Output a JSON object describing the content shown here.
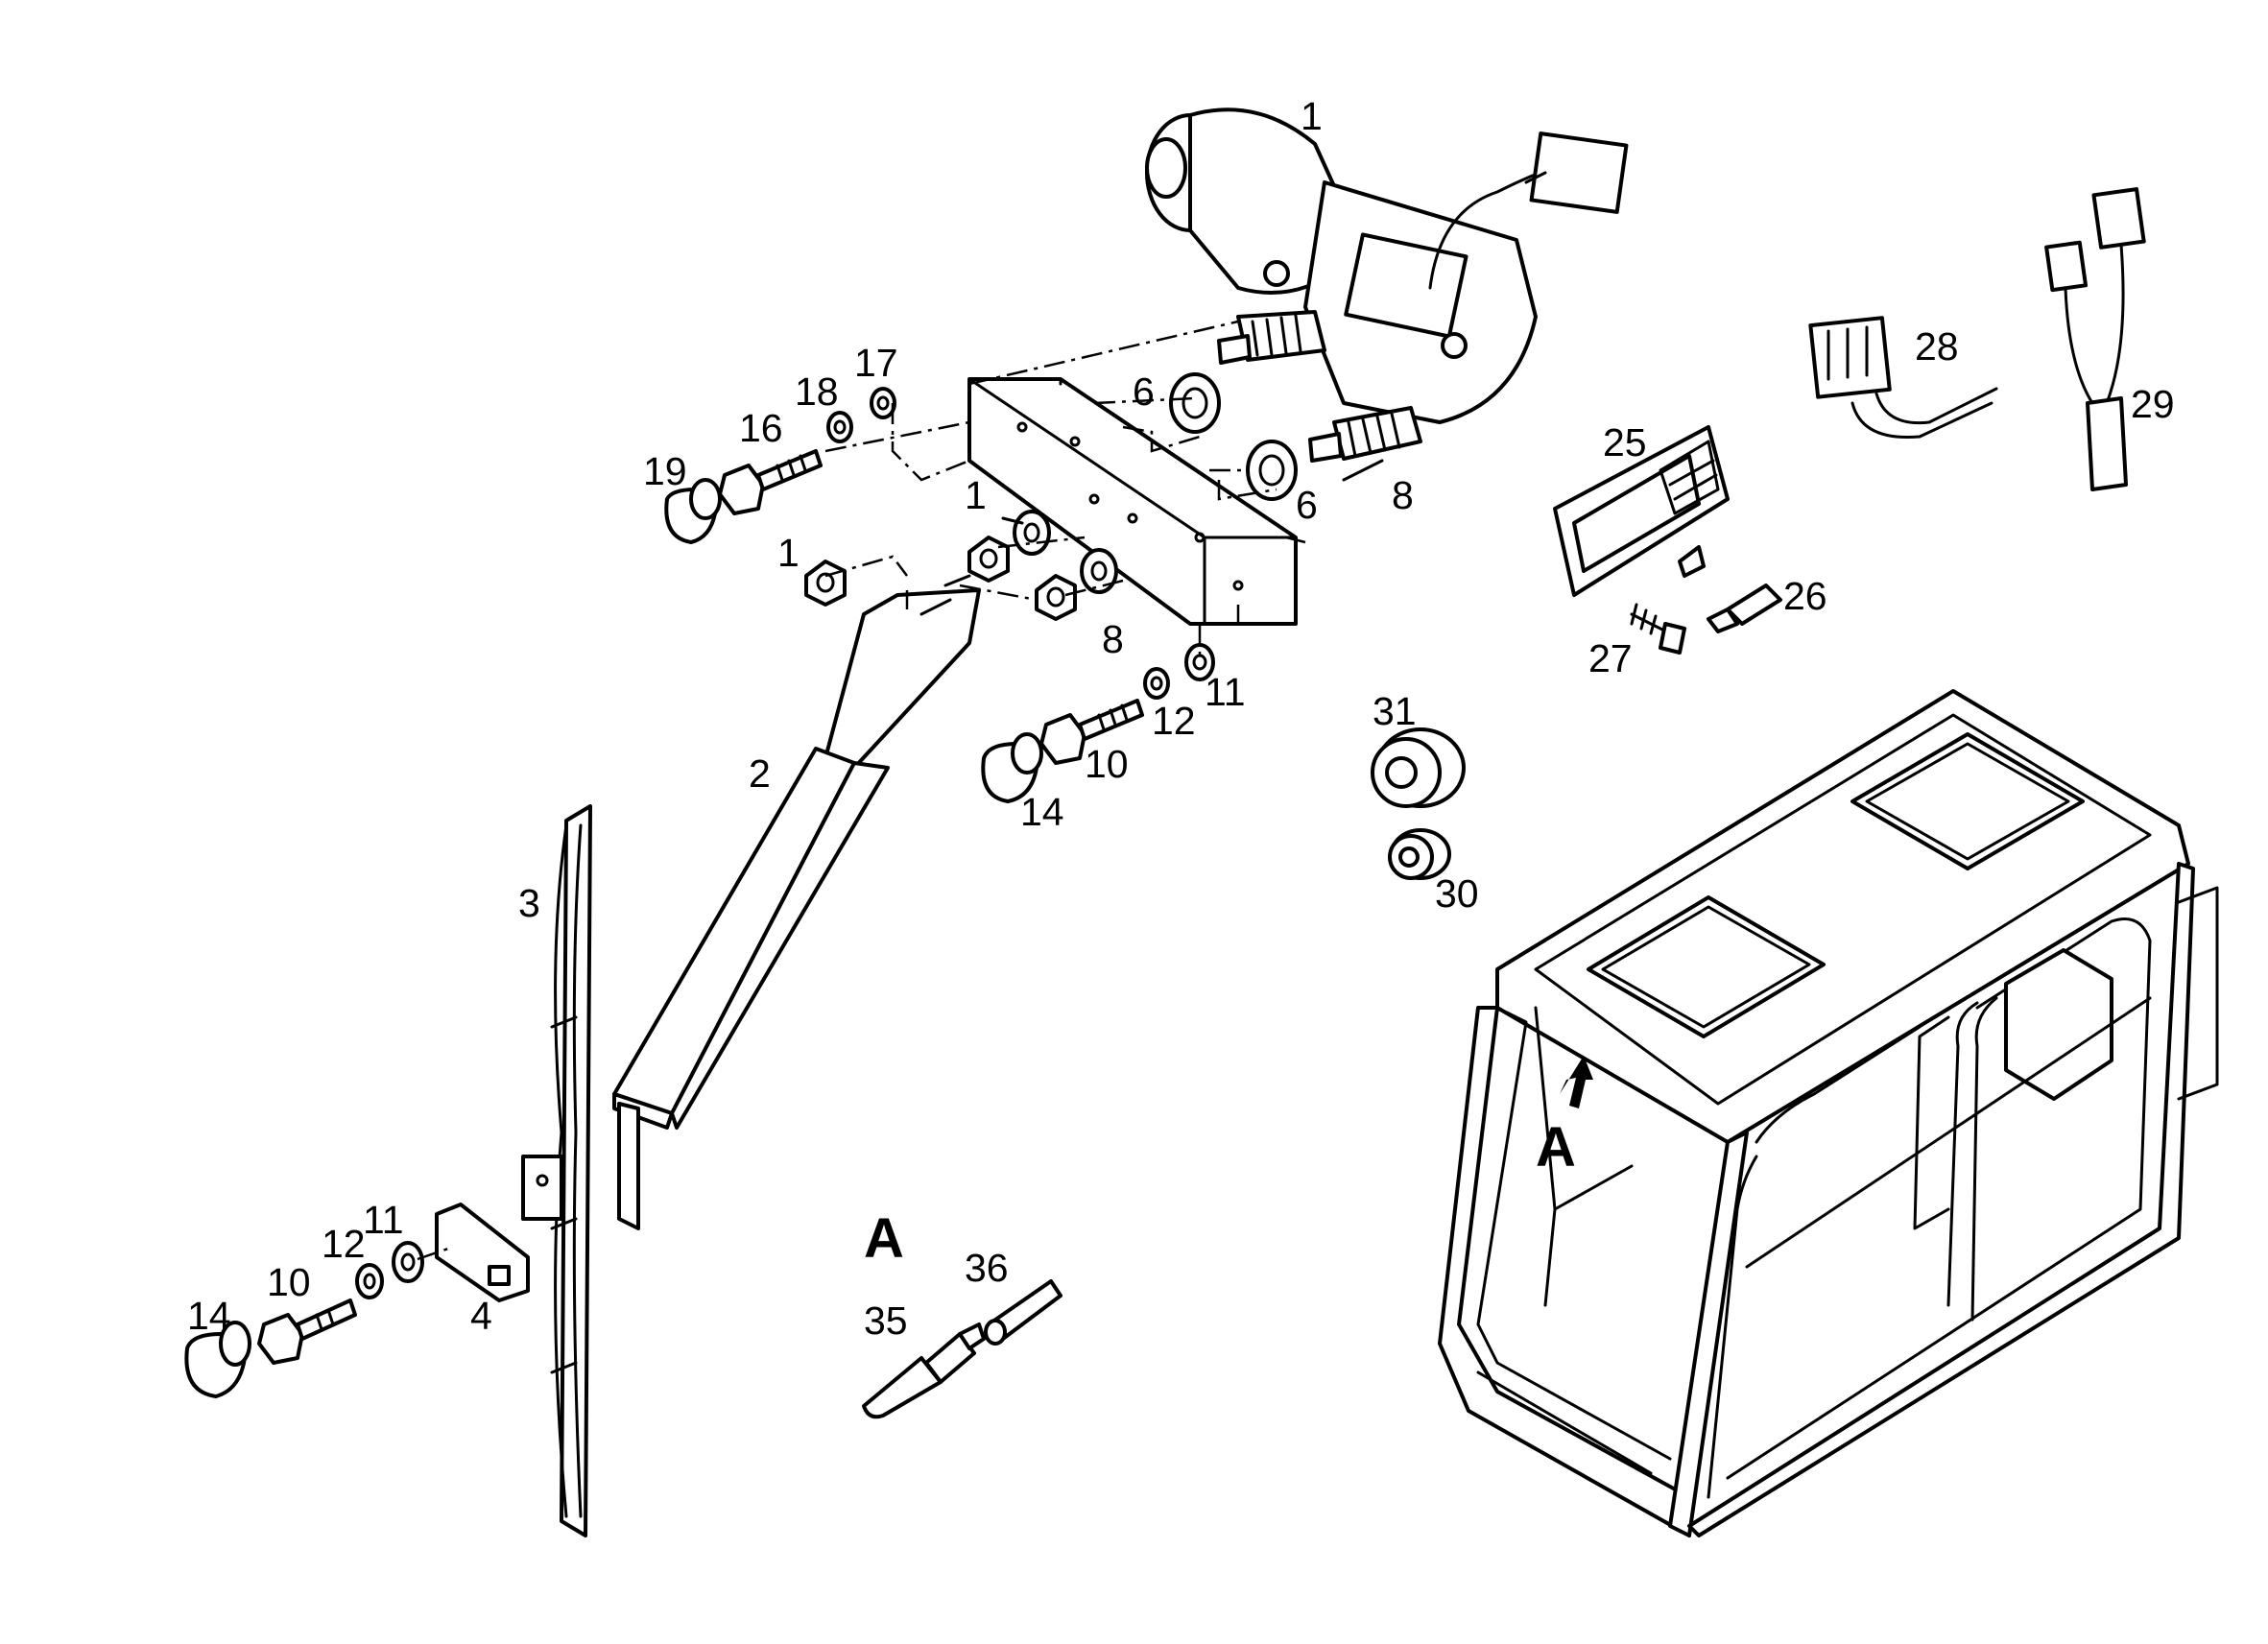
{
  "labels": {
    "p1_motor": "1",
    "p1_nut_left": "1",
    "p1_nut_mid": "1",
    "p2": "2",
    "p3": "3",
    "p4": "4",
    "p6_a": "6",
    "p6_b": "6",
    "p8_a": "8",
    "p8_b": "8",
    "p10_a": "10",
    "p10_b": "10",
    "p11_a": "11",
    "p11_b": "11",
    "p12_a": "12",
    "p12_b": "12",
    "p14_a": "14",
    "p14_b": "14",
    "p16": "16",
    "p17": "17",
    "p18": "18",
    "p19": "19",
    "p25": "25",
    "p26": "26",
    "p27": "27",
    "p28": "28",
    "p29": "29",
    "p30": "30",
    "p31": "31",
    "p35": "35",
    "p36": "36",
    "view_a_cab": "A",
    "view_a_detail": "A"
  },
  "colors": {
    "line": "#000000",
    "background": "#ffffff"
  }
}
